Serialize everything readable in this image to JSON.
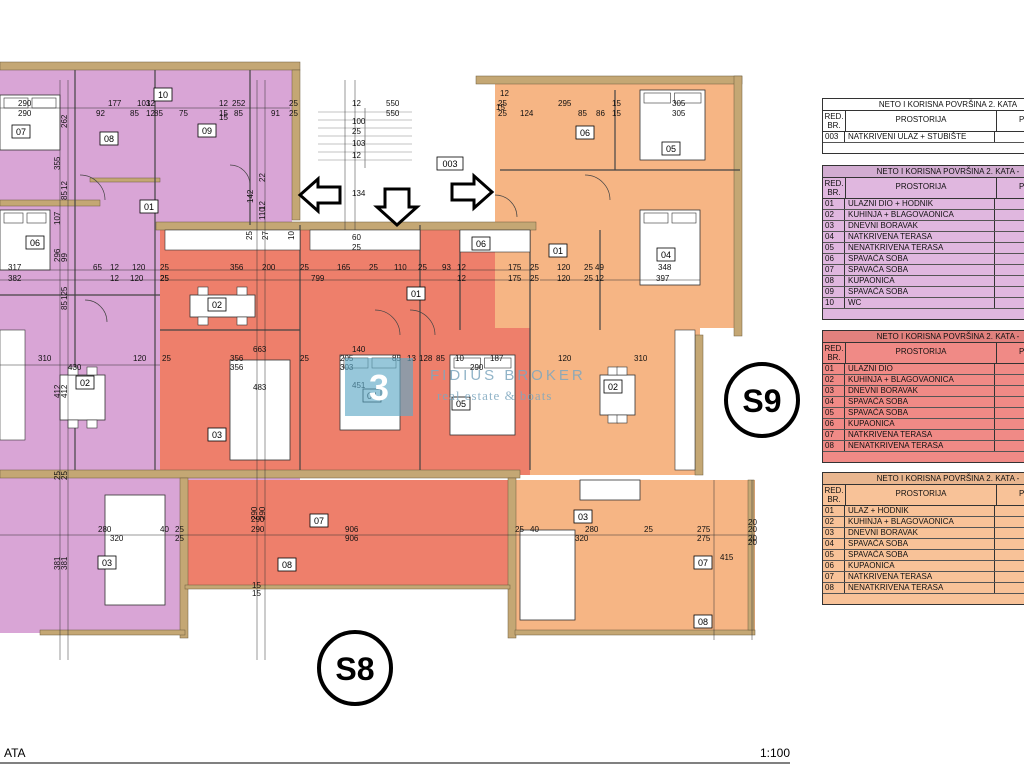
{
  "building_labels": {
    "s9": "S9",
    "s8": "S8"
  },
  "footer": {
    "left": "ATA",
    "scale": "1:100"
  },
  "watermark": {
    "brand": "FIDIUS BROKER",
    "tagline": "real estate & boats",
    "logo_letter": "3"
  },
  "room_numbers": [
    "01",
    "02",
    "03",
    "04",
    "05",
    "06",
    "07",
    "08",
    "09",
    "10",
    "003"
  ],
  "tables": [
    {
      "title": "NETO I KORISNA POVRŠINA 2. KATA",
      "h1": "RED. BR.",
      "h2": "PROSTORIJA",
      "h3": "PO",
      "rows": [
        [
          "003",
          "NATKRIVENI ULAZ + STUBIŠTE"
        ]
      ],
      "total": "1",
      "color": "#ffffff"
    },
    {
      "title": "NETO I KORISNA POVRŠINA 2. KATA -",
      "h1": "RED. BR.",
      "h2": "PROSTORIJA",
      "h3": "PO",
      "rows": [
        [
          "01",
          "ULAZNI DIO + HODNIK"
        ],
        [
          "02",
          "KUHINJA + BLAGOVAONICA"
        ],
        [
          "03",
          "DNEVNI BORAVAK"
        ],
        [
          "04",
          "NATKRIVENA TERASA"
        ],
        [
          "05",
          "NENATKRIVENA TERASA"
        ],
        [
          "06",
          "SPAVAĆA SOBA"
        ],
        [
          "07",
          "SPAVAĆA SOBA"
        ],
        [
          "08",
          "KUPAONICA"
        ],
        [
          "09",
          "SPAVAĆA SOBA"
        ],
        [
          "10",
          "WC"
        ]
      ],
      "total": "8",
      "color": "#e0b7df"
    },
    {
      "title": "NETO I KORISNA POVRŠINA 2. KATA -",
      "h1": "RED. BR.",
      "h2": "PROSTORIJA",
      "h3": "PO",
      "rows": [
        [
          "01",
          "ULAZNI DIO"
        ],
        [
          "02",
          "KUHINJA + BLAGOVAONICA"
        ],
        [
          "03",
          "DNEVNI BORAVAK"
        ],
        [
          "04",
          "SPAVAĆA SOBA"
        ],
        [
          "05",
          "SPAVAĆA SOBA"
        ],
        [
          "06",
          "KUPAONICA"
        ],
        [
          "07",
          "NATKRIVENA TERASA"
        ],
        [
          "08",
          "NENATKRIVENA TERASA"
        ]
      ],
      "total": "8",
      "color": "#f08a86"
    },
    {
      "title": "NETO I KORISNA POVRŠINA 2. KATA -",
      "h1": "RED. BR.",
      "h2": "PROSTORIJA",
      "h3": "PO",
      "rows": [
        [
          "01",
          "ULAZ + HODNIK"
        ],
        [
          "02",
          "KUHINJA + BLAGOVAONICA"
        ],
        [
          "03",
          "DNEVNI BORAVAK"
        ],
        [
          "04",
          "SPAVAĆA SOBA"
        ],
        [
          "05",
          "SPAVAĆA SOBA"
        ],
        [
          "06",
          "KUPAONICA"
        ],
        [
          "07",
          "NATKRIVENA TERASA"
        ],
        [
          "08",
          "NENATKRIVENA TERASA"
        ]
      ],
      "total": "7",
      "color": "#f8c298"
    }
  ],
  "dimensions": {
    "top_left": [
      "290",
      "290",
      "177",
      "92",
      "12",
      "103",
      "85",
      "75",
      "252",
      "85",
      "91",
      "25",
      "25",
      "85",
      "12",
      "15",
      "12",
      "15"
    ],
    "stair_top": [
      "550",
      "550",
      "12",
      "100",
      "25",
      "103",
      "12",
      "134",
      "60",
      "25"
    ],
    "top_right": [
      "25",
      "25",
      "295",
      "124",
      "85",
      "86",
      "15",
      "305",
      "305",
      "15",
      "15",
      "12"
    ],
    "row_mid": [
      "317",
      "382",
      "65",
      "12",
      "120",
      "25",
      "356",
      "200",
      "25",
      "165",
      "25",
      "110",
      "25",
      "93",
      "12",
      "175",
      "25",
      "120",
      "25",
      "49",
      "348",
      "397",
      "12",
      "25",
      "799",
      "12",
      "120",
      "25",
      "175",
      "25",
      "120",
      "25",
      "12"
    ],
    "row_low": [
      "310",
      "430",
      "120",
      "25",
      "356",
      "356",
      "663",
      "483",
      "25",
      "205",
      "303",
      "85",
      "13",
      "128",
      "85",
      "10",
      "187",
      "290",
      "120",
      "310",
      "140",
      "451"
    ],
    "bottom": [
      "280",
      "320",
      "40",
      "25",
      "25",
      "290",
      "290",
      "906",
      "906",
      "25",
      "40",
      "280",
      "320",
      "25",
      "275",
      "275",
      "20",
      "20",
      "415",
      "15",
      "15",
      "20",
      "20"
    ],
    "verticals": [
      "262",
      "355",
      "12",
      "85",
      "107",
      "296",
      "99",
      "125",
      "85",
      "412",
      "412",
      "25",
      "25",
      "381",
      "381",
      "290",
      "290",
      "142",
      "22",
      "12",
      "110",
      "25",
      "27",
      "10"
    ]
  }
}
